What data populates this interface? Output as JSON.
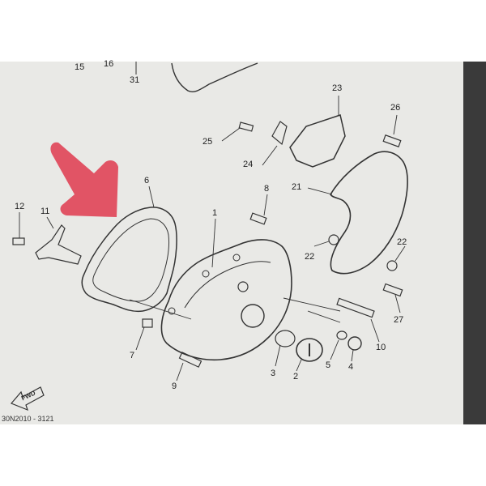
{
  "diagram": {
    "part_numbers": [
      "15",
      "16",
      "31",
      "23",
      "26",
      "25",
      "24",
      "21",
      "6",
      "8",
      "12",
      "11",
      "1",
      "22",
      "22",
      "27",
      "7",
      "10",
      "3",
      "2",
      "5",
      "4",
      "9"
    ],
    "fwd_label": "FWD",
    "document_number": "30N2010 - 3121",
    "colors": {
      "background": "#ffffff",
      "paper": "#e9e9e6",
      "line": "#333333",
      "arrow": "#e0465a"
    },
    "pointer_arrow": "red-arrow-pointing-to-gasket-6"
  }
}
